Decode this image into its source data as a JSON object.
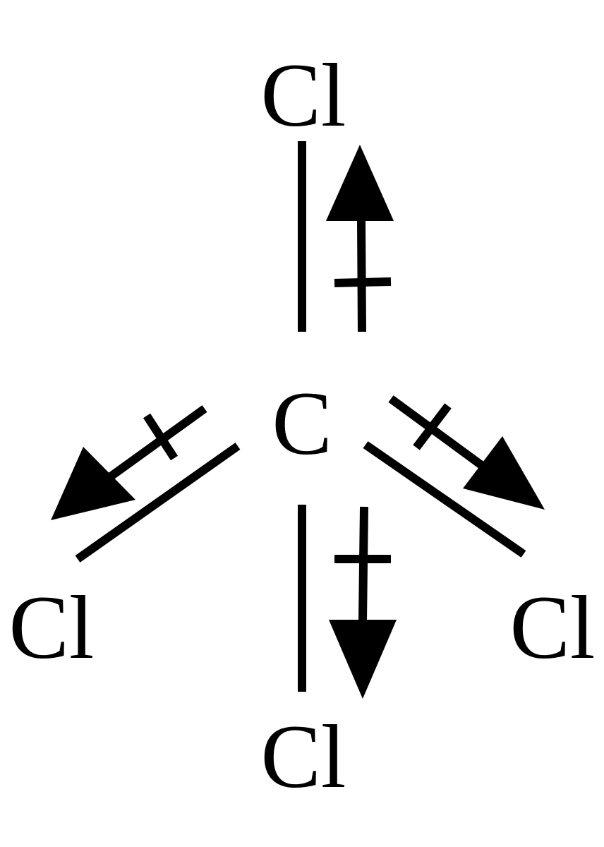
{
  "molecule": {
    "central_atom": "C",
    "substituents": {
      "top": "Cl",
      "left": "Cl",
      "right": "Cl",
      "bottom": "Cl"
    }
  },
  "colors": {
    "ink": "#000000",
    "background": "#ffffff"
  }
}
